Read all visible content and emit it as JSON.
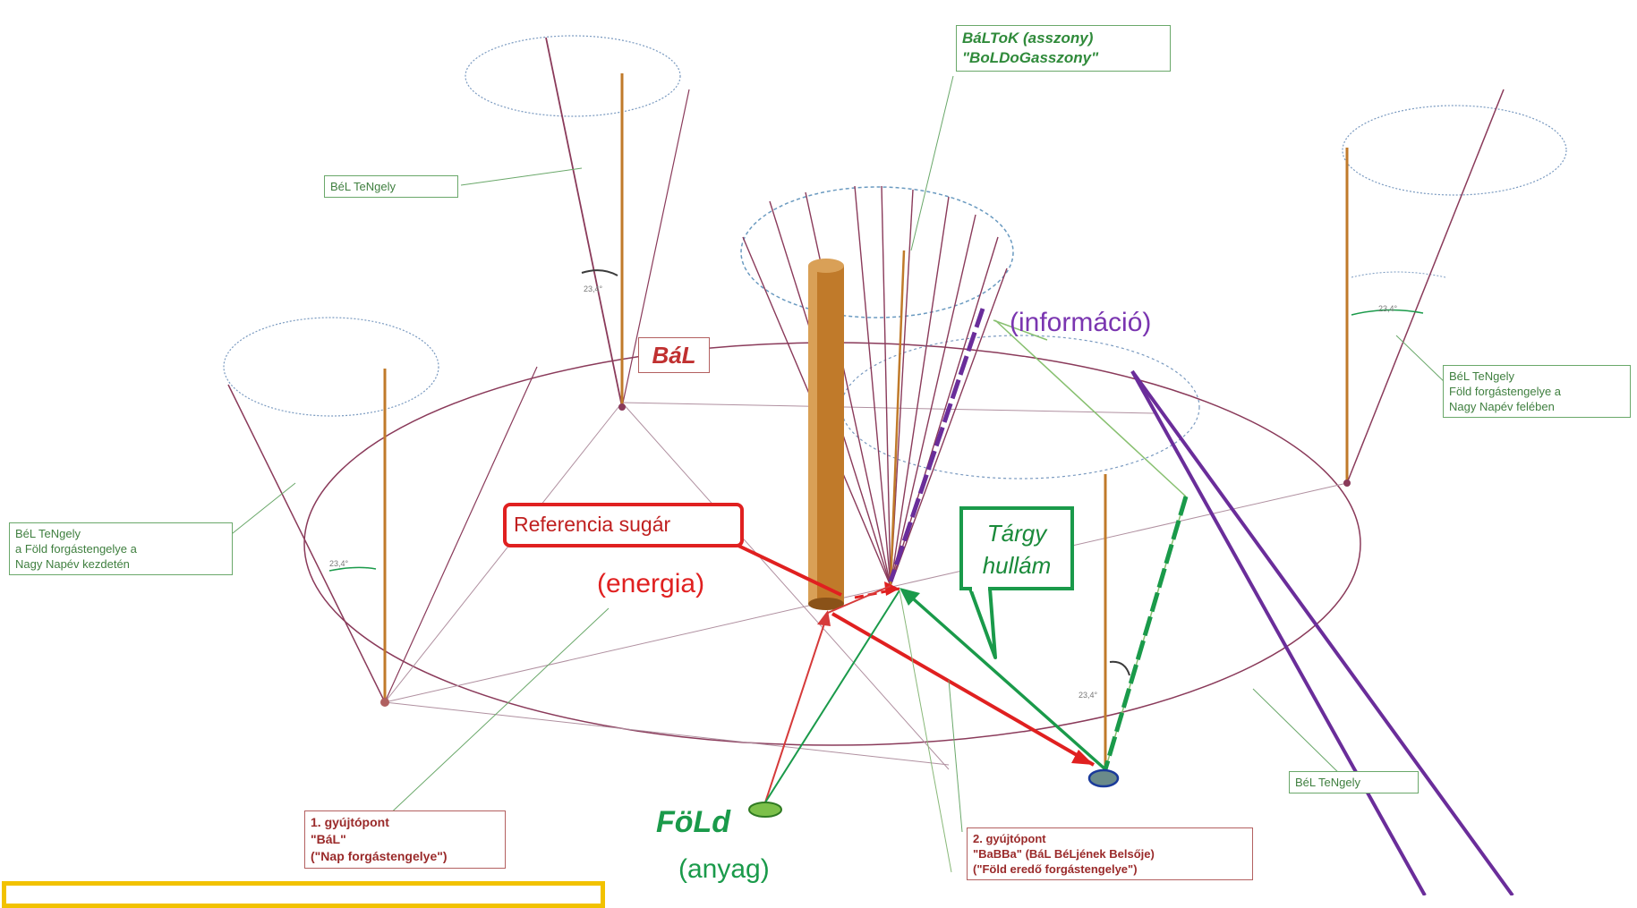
{
  "colors": {
    "purple": "#6a2d9a",
    "maroon": "#8a3a5a",
    "red": "#e02020",
    "green": "#1a9a4a",
    "brown": "#c07a2a",
    "highlight": "#f2c200"
  },
  "labels": {
    "baltok": "BáLToK (asszony)\n\"BoLDoGasszony\"",
    "bal": "BáL",
    "informacio": "(információ)",
    "bel_tengely_top_left": "BéL TeNgely",
    "bel_tengely_right": "BéL TeNgely\nFöld forgástengelye a\nNagy Napév felében",
    "bel_tengely_left": "BéL TeNgely\na Föld forgástengelye a\nNagy Napév kezdetén",
    "bel_tengely_bottom_right": "BéL TeNgely",
    "referencia": "Referencia sugár",
    "energia": "(energia)",
    "targy": "Tárgy\nhullám",
    "fold": "FöLd",
    "anyag": "(anyag)",
    "gyujtopont1": "1. gyújtópont\n\"BáL\"\n(\"Nap forgástengelye\")",
    "gyujtopont2": "2. gyújtópont\n\"BaBBa\" (BáL BéLjének Belsője)\n(\"Föld eredő forgástengelye\")",
    "angle": "23,4°"
  }
}
